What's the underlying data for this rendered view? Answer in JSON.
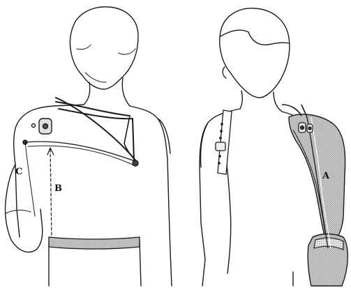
{
  "labels": {
    "a": "A",
    "b": "B",
    "c": "C"
  },
  "colors": {
    "ink": "#1a1a1a",
    "shading": "#bdbdbd",
    "shading_dark": "#9a9a9a",
    "background": "#ffffff"
  }
}
